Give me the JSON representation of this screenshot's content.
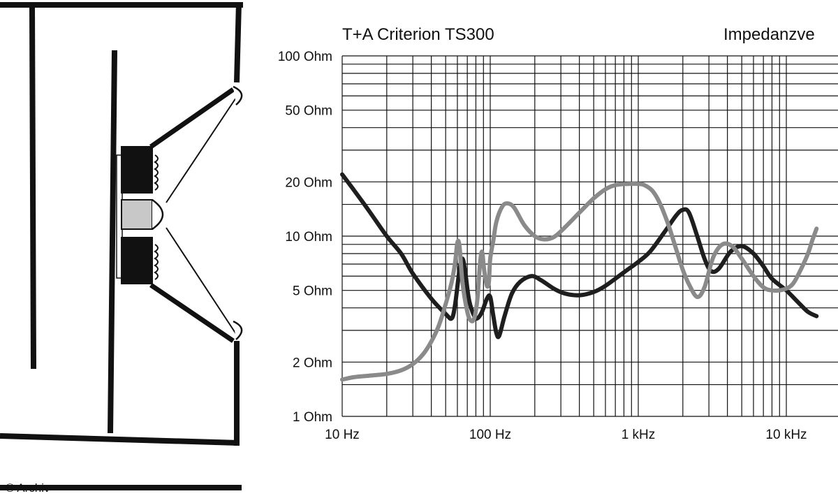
{
  "chart_data": {
    "type": "line",
    "title": "T+A Criterion TS300",
    "title_right": "Impedanzve",
    "x_scale": "log",
    "y_scale": "log",
    "xlim_hz": [
      10,
      16000
    ],
    "ylim_ohm": [
      1,
      100
    ],
    "grid": true,
    "y_tick_labels": [
      {
        "value": 100,
        "label": "100 Ohm"
      },
      {
        "value": 50,
        "label": "50 Ohm"
      },
      {
        "value": 20,
        "label": "20 Ohm"
      },
      {
        "value": 10,
        "label": "10 Ohm"
      },
      {
        "value": 5,
        "label": "5 Ohm"
      },
      {
        "value": 2,
        "label": "2 Ohm"
      },
      {
        "value": 1,
        "label": "1 Ohm"
      }
    ],
    "x_tick_labels": [
      {
        "value": 10,
        "label": "10 Hz"
      },
      {
        "value": 100,
        "label": "100 Hz"
      },
      {
        "value": 1000,
        "label": "1 kHz"
      },
      {
        "value": 10000,
        "label": "10 kHz"
      }
    ],
    "series": [
      {
        "color": "#1e1e1e",
        "points": [
          [
            10,
            22
          ],
          [
            12,
            18
          ],
          [
            15,
            14
          ],
          [
            20,
            10
          ],
          [
            25,
            8
          ],
          [
            30,
            6.2
          ],
          [
            40,
            4.5
          ],
          [
            50,
            3.7
          ],
          [
            55,
            3.5
          ],
          [
            58,
            4.2
          ],
          [
            62,
            6.5
          ],
          [
            65,
            7.5
          ],
          [
            68,
            6.2
          ],
          [
            72,
            4.4
          ],
          [
            78,
            3.6
          ],
          [
            82,
            3.5
          ],
          [
            88,
            3.8
          ],
          [
            95,
            4.5
          ],
          [
            100,
            4.6
          ],
          [
            105,
            3.6
          ],
          [
            110,
            2.9
          ],
          [
            115,
            2.8
          ],
          [
            125,
            3.6
          ],
          [
            140,
            4.8
          ],
          [
            160,
            5.6
          ],
          [
            190,
            6.0
          ],
          [
            220,
            5.7
          ],
          [
            270,
            5.1
          ],
          [
            320,
            4.8
          ],
          [
            400,
            4.7
          ],
          [
            500,
            4.9
          ],
          [
            600,
            5.3
          ],
          [
            800,
            6.3
          ],
          [
            1000,
            7.2
          ],
          [
            1200,
            8.2
          ],
          [
            1500,
            10.5
          ],
          [
            1800,
            13
          ],
          [
            2000,
            14
          ],
          [
            2200,
            13.5
          ],
          [
            2500,
            10
          ],
          [
            2800,
            7.5
          ],
          [
            3100,
            6.4
          ],
          [
            3500,
            6.6
          ],
          [
            4200,
            8.2
          ],
          [
            5000,
            8.8
          ],
          [
            6000,
            8.0
          ],
          [
            7000,
            6.8
          ],
          [
            8000,
            5.8
          ],
          [
            10000,
            5.0
          ],
          [
            12000,
            4.3
          ],
          [
            14000,
            3.8
          ],
          [
            16000,
            3.6
          ]
        ]
      },
      {
        "color": "#8a8a8a",
        "points": [
          [
            10,
            1.6
          ],
          [
            12,
            1.65
          ],
          [
            15,
            1.68
          ],
          [
            20,
            1.72
          ],
          [
            25,
            1.8
          ],
          [
            30,
            1.95
          ],
          [
            35,
            2.2
          ],
          [
            40,
            2.6
          ],
          [
            45,
            3.2
          ],
          [
            50,
            4.2
          ],
          [
            55,
            5.6
          ],
          [
            58,
            7.2
          ],
          [
            60,
            9.2
          ],
          [
            62,
            8.8
          ],
          [
            65,
            5.5
          ],
          [
            70,
            3.8
          ],
          [
            74,
            3.4
          ],
          [
            78,
            3.5
          ],
          [
            82,
            4.5
          ],
          [
            85,
            6.8
          ],
          [
            88,
            8.2
          ],
          [
            91,
            6.5
          ],
          [
            95,
            5.3
          ],
          [
            98,
            5.6
          ],
          [
            100,
            7.5
          ],
          [
            105,
            9.5
          ],
          [
            110,
            12
          ],
          [
            120,
            14.5
          ],
          [
            130,
            15.2
          ],
          [
            145,
            14.4
          ],
          [
            170,
            11.5
          ],
          [
            200,
            10
          ],
          [
            230,
            9.6
          ],
          [
            270,
            9.9
          ],
          [
            320,
            11.2
          ],
          [
            400,
            13.5
          ],
          [
            500,
            16.2
          ],
          [
            600,
            18.2
          ],
          [
            700,
            19.2
          ],
          [
            850,
            19.5
          ],
          [
            1000,
            19.5
          ],
          [
            1100,
            19.2
          ],
          [
            1250,
            17.8
          ],
          [
            1400,
            15.2
          ],
          [
            1600,
            11.5
          ],
          [
            1800,
            8.5
          ],
          [
            2000,
            6.5
          ],
          [
            2200,
            5.4
          ],
          [
            2500,
            4.6
          ],
          [
            2800,
            5.2
          ],
          [
            3200,
            7.6
          ],
          [
            3700,
            9.0
          ],
          [
            4300,
            8.8
          ],
          [
            5000,
            7.5
          ],
          [
            6000,
            6.0
          ],
          [
            7000,
            5.2
          ],
          [
            8000,
            5.0
          ],
          [
            9500,
            5.05
          ],
          [
            11000,
            5.4
          ],
          [
            12500,
            6.5
          ],
          [
            14000,
            8.0
          ],
          [
            15000,
            9.5
          ],
          [
            16000,
            11
          ]
        ]
      }
    ]
  },
  "credit": "© Archiv"
}
